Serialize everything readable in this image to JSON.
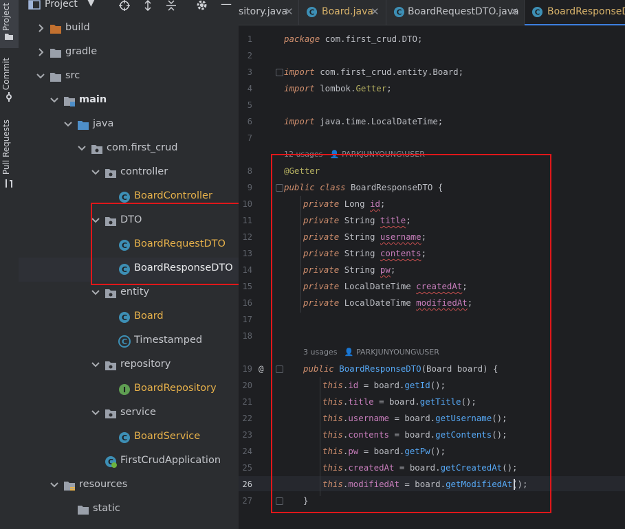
{
  "strip": {
    "project_label": "Project",
    "commit_label": "Commit",
    "pull_requests_label": "Pull Requests"
  },
  "project_panel": {
    "title": "Project",
    "tree": [
      {
        "label": "build",
        "icon": "folder-orange-icon",
        "indent": 1,
        "chev": "right"
      },
      {
        "label": "gradle",
        "icon": "folder-icon",
        "indent": 1,
        "chev": "right"
      },
      {
        "label": "src",
        "icon": "folder-icon",
        "indent": 1,
        "chev": "down"
      },
      {
        "label": "main",
        "icon": "module-folder-icon",
        "indent": 2,
        "chev": "down"
      },
      {
        "label": "java",
        "icon": "source-folder-icon",
        "indent": 3,
        "chev": "down"
      },
      {
        "label": "com.first_crud",
        "icon": "package-icon",
        "indent": 4,
        "chev": "down"
      },
      {
        "label": "controller",
        "icon": "package-icon",
        "indent": 5,
        "chev": "down"
      },
      {
        "label": "BoardController",
        "icon": "class-icon",
        "indent": 6,
        "chev": ""
      },
      {
        "label": "DTO",
        "icon": "package-icon",
        "indent": 5,
        "chev": "down"
      },
      {
        "label": "BoardRequestDTO",
        "icon": "class-icon",
        "indent": 6,
        "chev": ""
      },
      {
        "label": "BoardResponseDTO",
        "icon": "class-icon",
        "indent": 6,
        "chev": ""
      },
      {
        "label": "entity",
        "icon": "package-icon",
        "indent": 5,
        "chev": "down"
      },
      {
        "label": "Board",
        "icon": "class-icon",
        "indent": 6,
        "chev": ""
      },
      {
        "label": "Timestamped",
        "icon": "abstract-class-icon",
        "indent": 6,
        "chev": ""
      },
      {
        "label": "repository",
        "icon": "package-icon",
        "indent": 5,
        "chev": "down"
      },
      {
        "label": "BoardRepository",
        "icon": "interface-icon",
        "indent": 6,
        "chev": ""
      },
      {
        "label": "service",
        "icon": "package-icon",
        "indent": 5,
        "chev": "down"
      },
      {
        "label": "BoardService",
        "icon": "class-icon",
        "indent": 6,
        "chev": ""
      },
      {
        "label": "FirstCrudApplication",
        "icon": "spring-app-icon",
        "indent": 5,
        "chev": ""
      },
      {
        "label": "resources",
        "icon": "resources-folder-icon",
        "indent": 2,
        "chev": "down"
      },
      {
        "label": "static",
        "icon": "folder-icon",
        "indent": 3,
        "chev": ""
      }
    ]
  },
  "tabs": [
    {
      "label": "sitory.java",
      "active": false,
      "icon": ""
    },
    {
      "label": "Board.java",
      "active": false,
      "icon": "class-icon"
    },
    {
      "label": "BoardRequestDTO.java",
      "active": false,
      "icon": "class-icon"
    },
    {
      "label": "BoardResponseDTO",
      "active": true,
      "icon": "class-icon"
    }
  ],
  "editor": {
    "line_numbers": [
      "1",
      "2",
      "3",
      "4",
      "5",
      "6",
      "7",
      "8",
      "9",
      "10",
      "11",
      "12",
      "13",
      "14",
      "15",
      "16",
      "17",
      "18",
      "19",
      "20",
      "21",
      "22",
      "23",
      "24",
      "25",
      "26",
      "27"
    ],
    "current_line": "26",
    "usages_class": "12 usages",
    "author_class": "PARKJUNYOUNG\\USER",
    "usages_ctor": "3 usages",
    "author_ctor": "PARKJUNYOUNG\\USER",
    "at_marker": "@",
    "code": {
      "l1_kw": "package",
      "l1_rest": " com.first_crud.DTO;",
      "l3_kw": "import",
      "l3_rest": " com.first_crud.entity.Board;",
      "l4_kw": "import",
      "l4_rest": " lombok.",
      "l4_ann": "Getter",
      "l4_end": ";",
      "l6_kw": "import",
      "l6_rest": " java.time.LocalDateTime;",
      "l8_ann": "@Getter",
      "l9_kw": "public class",
      "l9_rest": " BoardResponseDTO {",
      "fields": [
        {
          "type": "Long",
          "name": "id"
        },
        {
          "type": "String",
          "name": "title"
        },
        {
          "type": "String",
          "name": "username"
        },
        {
          "type": "String",
          "name": "contents"
        },
        {
          "type": "String",
          "name": "pw"
        },
        {
          "type": "LocalDateTime",
          "name": "createdAt"
        },
        {
          "type": "LocalDateTime",
          "name": "modifiedAt"
        }
      ],
      "private_kw": "private",
      "ctor_kw": "public",
      "ctor_name": "BoardResponseDTO",
      "ctor_params": "(Board board) {",
      "assigns": [
        {
          "field": "id",
          "getter": "getId"
        },
        {
          "field": "title",
          "getter": "getTitle"
        },
        {
          "field": "username",
          "getter": "getUsername"
        },
        {
          "field": "contents",
          "getter": "getContents"
        },
        {
          "field": "pw",
          "getter": "getPw"
        },
        {
          "field": "createdAt",
          "getter": "getCreatedAt"
        },
        {
          "field": "modifiedAt",
          "getter": "getModifiedAt"
        }
      ],
      "this_kw": "this",
      "closing_brace": "}"
    }
  },
  "colors": {
    "highlight_box": "#e0171a",
    "class_name": "#e7b14a",
    "keyword": "#cf8e6d",
    "field": "#c77dbb",
    "method": "#56a8f5"
  }
}
